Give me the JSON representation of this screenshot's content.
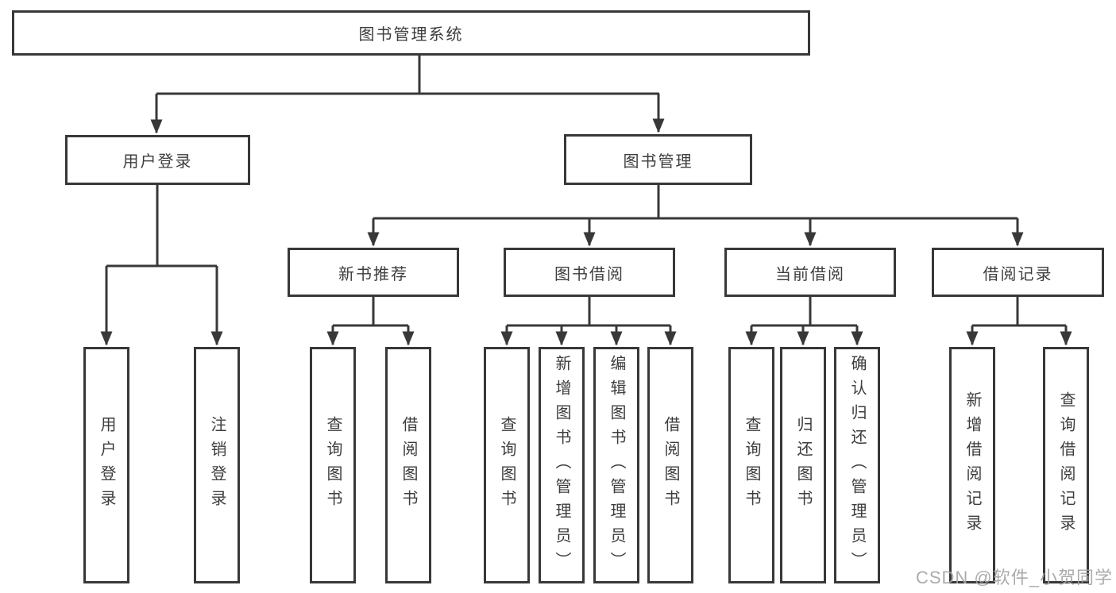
{
  "root_label": "图书管理系统",
  "watermark": "CSDN @软件_小贺同学",
  "colors": {
    "line": "#383838",
    "text": "#3d3d3d",
    "background": "#ffffff",
    "watermark": "#a3a3a3"
  },
  "branches": [
    {
      "label": "用户登录",
      "children": [
        "用户登录",
        "注销登录"
      ]
    },
    {
      "label": "图书管理",
      "children": [
        {
          "label": "新书推荐",
          "children": [
            "查询图书",
            "借阅图书"
          ]
        },
        {
          "label": "图书借阅",
          "children": [
            "查询图书",
            "新增图书（管理员）",
            "编辑图书（管理员）",
            "借阅图书"
          ]
        },
        {
          "label": "当前借阅",
          "children": [
            "查询图书",
            "归还图书",
            "确认归还（管理员）"
          ]
        },
        {
          "label": "借阅记录",
          "children": [
            "新增借阅记录",
            "查询借阅记录"
          ]
        }
      ]
    }
  ]
}
